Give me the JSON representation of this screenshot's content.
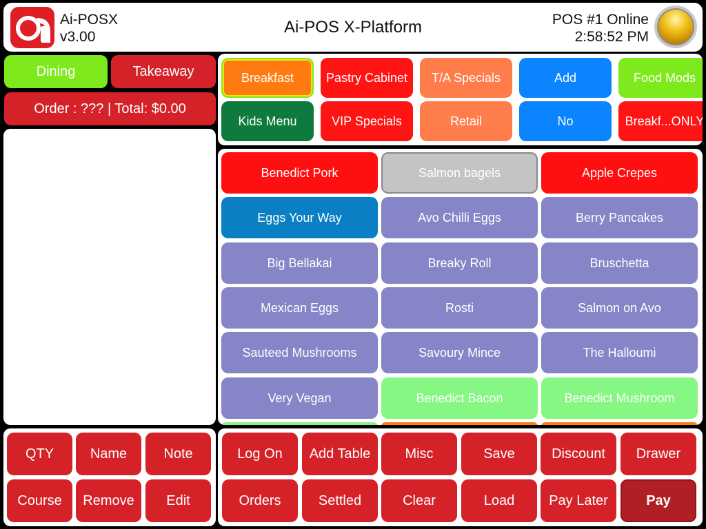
{
  "header": {
    "logo_text": "ai",
    "app_name": "Ai-POSX",
    "version": "v3.00",
    "title": "Ai-POS X-Platform",
    "status": "POS #1 Online",
    "time": "2:58:52 PM"
  },
  "order_type": {
    "dining": "Dining",
    "takeaway": "Takeaway"
  },
  "order_summary": "Order : ??? | Total: $0.00",
  "categories": [
    {
      "label": "Breakfast",
      "color": "#ff7a10"
    },
    {
      "label": "Pastry Cabinet",
      "color": "#ff1414"
    },
    {
      "label": "T/A Specials",
      "color": "#ff7d4a"
    },
    {
      "label": "Add",
      "color": "#0a84ff"
    },
    {
      "label": "Food Mods",
      "color": "#7eea1e"
    },
    {
      "label": "Kids Menu",
      "color": "#0f7a3e"
    },
    {
      "label": "VIP Specials",
      "color": "#ff1414"
    },
    {
      "label": "Retail",
      "color": "#ff7d4a"
    },
    {
      "label": "No",
      "color": "#0a84ff"
    },
    {
      "label": "Breakf...ONLY",
      "color": "#ff1414"
    }
  ],
  "items": [
    {
      "label": "Benedict Pork",
      "color": "#ff1010"
    },
    {
      "label": "Salmon bagels",
      "color": "#c4c4c4"
    },
    {
      "label": "Apple Crepes",
      "color": "#ff1010"
    },
    {
      "label": "Eggs Your Way",
      "color": "#0a7fc4"
    },
    {
      "label": "Avo Chilli Eggs",
      "color": "#8585c7"
    },
    {
      "label": "Berry Pancakes",
      "color": "#8585c7"
    },
    {
      "label": "Big Bellakai",
      "color": "#8585c7"
    },
    {
      "label": "Breaky Roll",
      "color": "#8585c7"
    },
    {
      "label": "Bruschetta",
      "color": "#8585c7"
    },
    {
      "label": "Mexican Eggs",
      "color": "#8585c7"
    },
    {
      "label": "Rosti",
      "color": "#8585c7"
    },
    {
      "label": "Salmon on Avo",
      "color": "#8585c7"
    },
    {
      "label": "Sauteed Mushrooms",
      "color": "#8585c7"
    },
    {
      "label": "Savoury Mince",
      "color": "#8585c7"
    },
    {
      "label": "The Halloumi",
      "color": "#8585c7"
    },
    {
      "label": "Very Vegan",
      "color": "#8585c7"
    },
    {
      "label": "Benedict Bacon",
      "color": "#85f782"
    },
    {
      "label": "Benedict Mushroom",
      "color": "#85f782"
    }
  ],
  "order_actions": [
    "QTY",
    "Name",
    "Note",
    "Course",
    "Remove",
    "Edit"
  ],
  "main_actions": [
    "Log On",
    "Add Table",
    "Misc",
    "Save",
    "Discount",
    "Drawer",
    "Orders",
    "Settled",
    "Clear",
    "Load",
    "Pay Later",
    "Pay"
  ],
  "colors": {
    "dining": "#7eea1e",
    "takeaway": "#d42228",
    "order_summary": "#d42228",
    "action": "#d42228",
    "pay": "#b01f24",
    "selected_outline": "#7eea1e"
  }
}
